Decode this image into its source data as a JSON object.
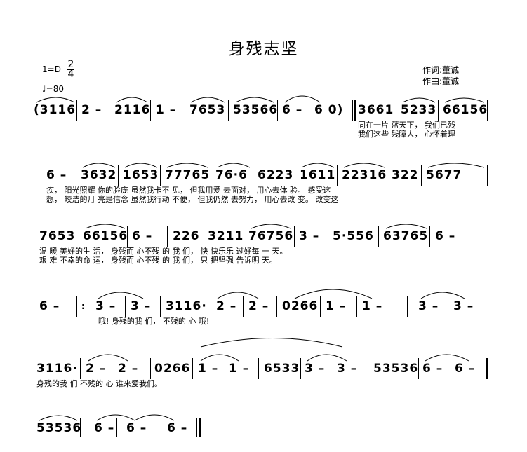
{
  "title": "身残志坚",
  "key": "1=D",
  "time_signature": {
    "top": "2",
    "bottom": "4"
  },
  "tempo": "♩=80",
  "credits": [
    "作词:董诚",
    "作曲:董诚"
  ],
  "lines": [
    {
      "measures": [
        "(3116",
        "2 –",
        "2116",
        "1 –",
        "7653",
        "53566",
        "6 –",
        "6  0)",
        "3661",
        "5233",
        "66156"
      ],
      "lyrics": [
        {
          "verse": 1,
          "text": "同在一片   蓝天下，   我们已残"
        },
        {
          "verse": 2,
          "text": "我们这些   残障人，   心怀着理"
        }
      ]
    },
    {
      "measures": [
        "6 –",
        "3632",
        "1653",
        "77765",
        "76·6",
        "6223",
        "1611",
        "22316",
        "322",
        "5677"
      ],
      "lyrics": [
        {
          "verse": 1,
          "text": "疾，      阳光照耀   你的脸庞   虽然我卡不   见，    但我用爱   去面对，  用心去体    验。    感受这"
        },
        {
          "verse": 2,
          "text": "想，      皎洁的月   亮是信念   虽然我行动   不便，  但我仍然   去努力，  用心去改    变。    改变这"
        }
      ]
    },
    {
      "measures": [
        "7653",
        "66156",
        "6 –",
        "226",
        "3211",
        "76756",
        "3 –",
        "5·556",
        "63765",
        "6 –"
      ],
      "lyrics": [
        {
          "verse": 1,
          "text": "温    暖   美好的生   活，      身残而   心不残    的    我    们，   快   快乐乐   过好每   一   天。"
        },
        {
          "verse": 2,
          "text": "艰    难   不幸的命   运，      身残而   心不残    的    我    们，   只   把坚强   告诉明        天。"
        }
      ]
    },
    {
      "measures": [
        "6 –",
        "3 –",
        "3 –",
        "3116·",
        "2 –",
        "2 –",
        "0266",
        "1 –",
        "1 –",
        "3 –",
        "3 –"
      ],
      "lyrics": [
        {
          "verse": 1,
          "text": "哦!      身残的我   们，      不残的  心      哦!"
        }
      ]
    },
    {
      "measures": [
        "3116·",
        "2 –",
        "2 –",
        "0266",
        "1 –",
        "1 –",
        "6533",
        "3 –",
        "3 –",
        "53536",
        "6 –",
        "6 –"
      ],
      "lyrics": [
        {
          "verse": 1,
          "text": "身残的我   们      不残的  心       谁来爱我们。"
        }
      ]
    },
    {
      "measures": [
        "53536",
        "6 –",
        "6 –",
        "6 –"
      ],
      "lyrics": []
    }
  ]
}
